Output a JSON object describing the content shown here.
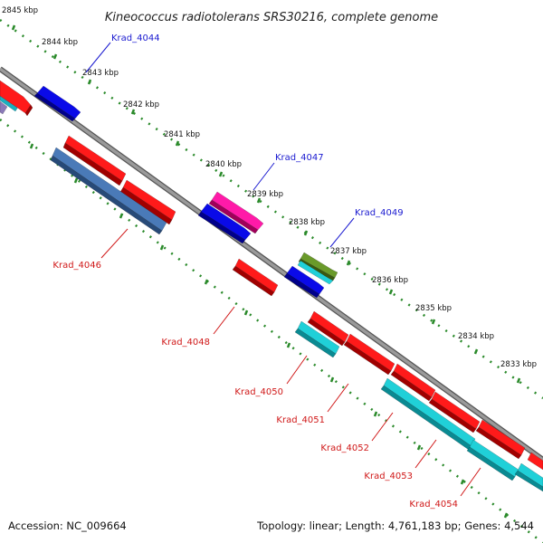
{
  "title": "Kineococcus radiotolerans SRS30216, complete genome",
  "footer": {
    "accession": "Accession: NC_009664",
    "summary": "Topology: linear; Length: 4,761,183 bp; Genes: 4,544"
  },
  "colors": {
    "backbone": "#808080",
    "tick_dots": "#2a8a2a",
    "label_forward": "#1a1ad0",
    "label_reverse": "#d01818"
  },
  "ticks": [
    "2845 kbp",
    "2844 kbp",
    "2843 kbp",
    "2842 kbp",
    "2841 kbp",
    "2840 kbp",
    "2839 kbp",
    "2838 kbp",
    "2837 kbp",
    "2836 kbp",
    "2835 kbp",
    "2834 kbp",
    "2833 kbp"
  ],
  "gene_labels": [
    {
      "text": "Krad_4044",
      "strand": "forward"
    },
    {
      "text": "Krad_4047",
      "strand": "forward"
    },
    {
      "text": "Krad_4049",
      "strand": "forward"
    },
    {
      "text": "Krad_4046",
      "strand": "reverse"
    },
    {
      "text": "Krad_4048",
      "strand": "reverse"
    },
    {
      "text": "Krad_4050",
      "strand": "reverse"
    },
    {
      "text": "Krad_4051",
      "strand": "reverse"
    },
    {
      "text": "Krad_4052",
      "strand": "reverse"
    },
    {
      "text": "Krad_4053",
      "strand": "reverse"
    },
    {
      "text": "Krad_4054",
      "strand": "reverse"
    }
  ]
}
